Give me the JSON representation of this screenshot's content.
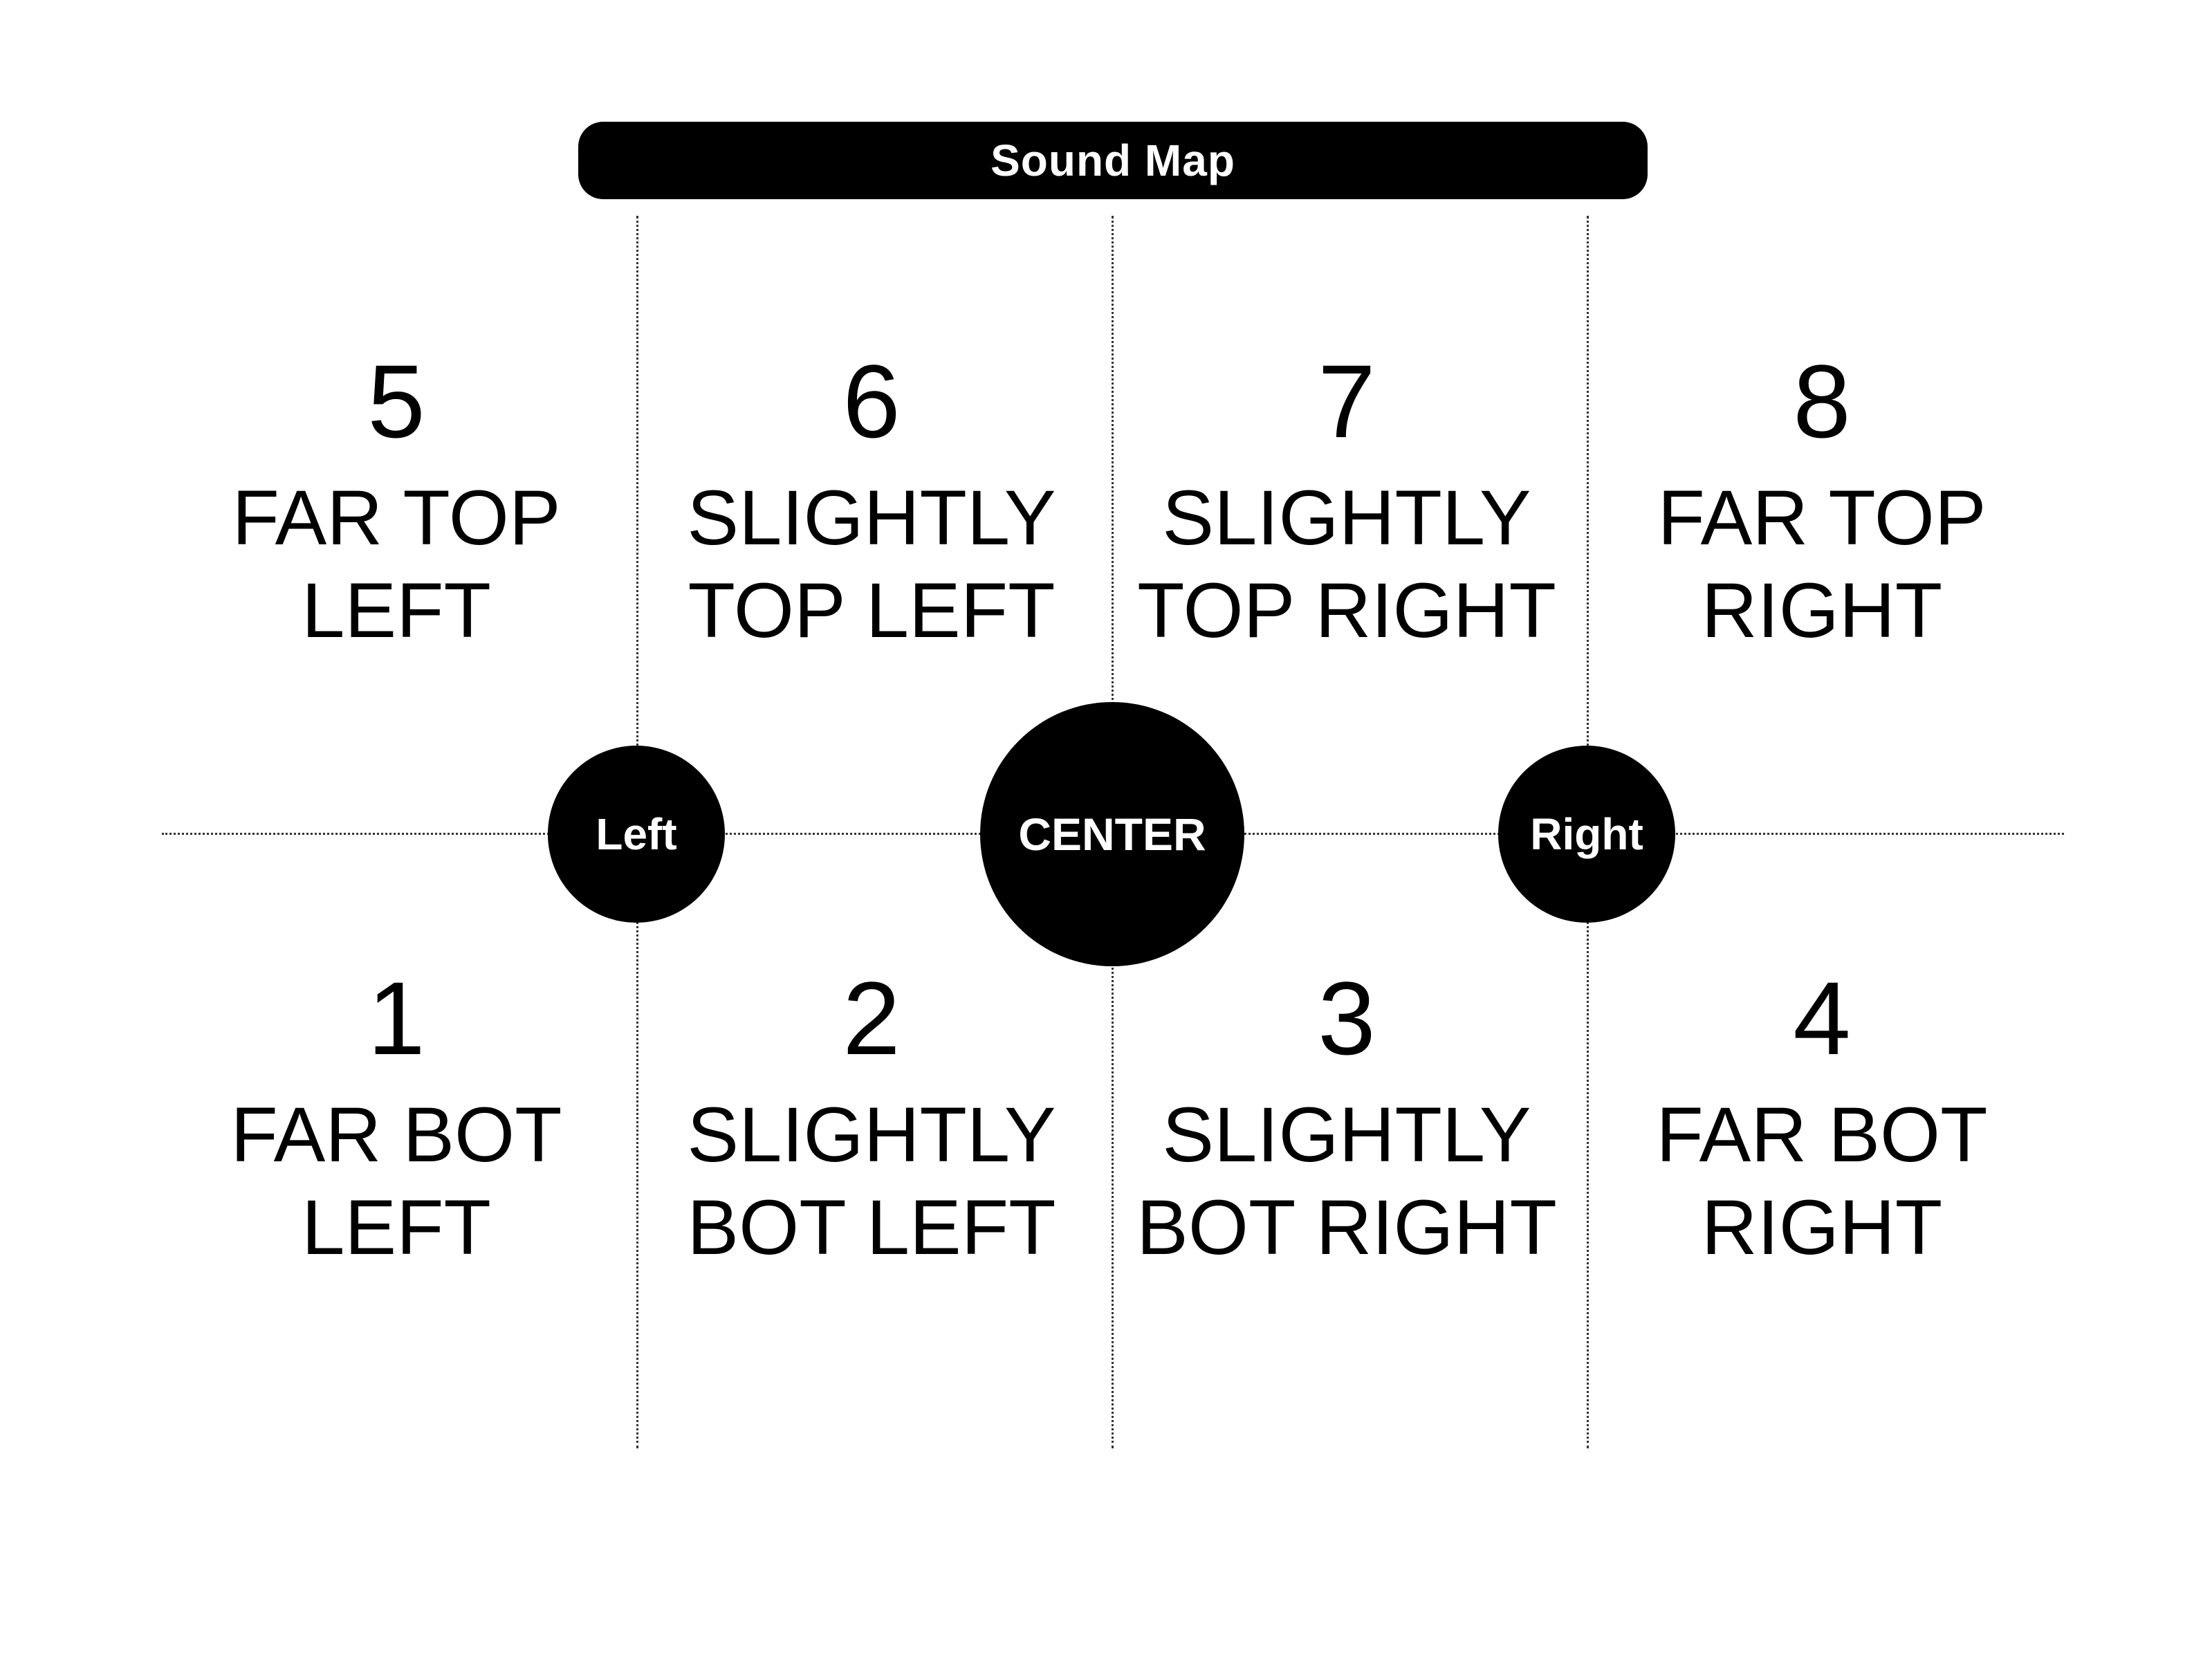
{
  "title": "Sound Map",
  "nodes": {
    "left": "Left",
    "center": "CENTER",
    "right": "Right"
  },
  "zones": {
    "z5": {
      "number": "5",
      "label": "FAR TOP LEFT"
    },
    "z6": {
      "number": "6",
      "label": "SLIGHTLY TOP LEFT"
    },
    "z7": {
      "number": "7",
      "label": "SLIGHTLY TOP RIGHT"
    },
    "z8": {
      "number": "8",
      "label": "FAR TOP RIGHT"
    },
    "z1": {
      "number": "1",
      "label": "FAR BOT LEFT"
    },
    "z2": {
      "number": "2",
      "label": "SLIGHTLY BOT LEFT"
    },
    "z3": {
      "number": "3",
      "label": "SLIGHTLY BOT RIGHT"
    },
    "z4": {
      "number": "4",
      "label": "FAR BOT RIGHT"
    }
  },
  "colors": {
    "fill": "#000000",
    "background": "#ffffff",
    "node_text": "#ffffff"
  }
}
